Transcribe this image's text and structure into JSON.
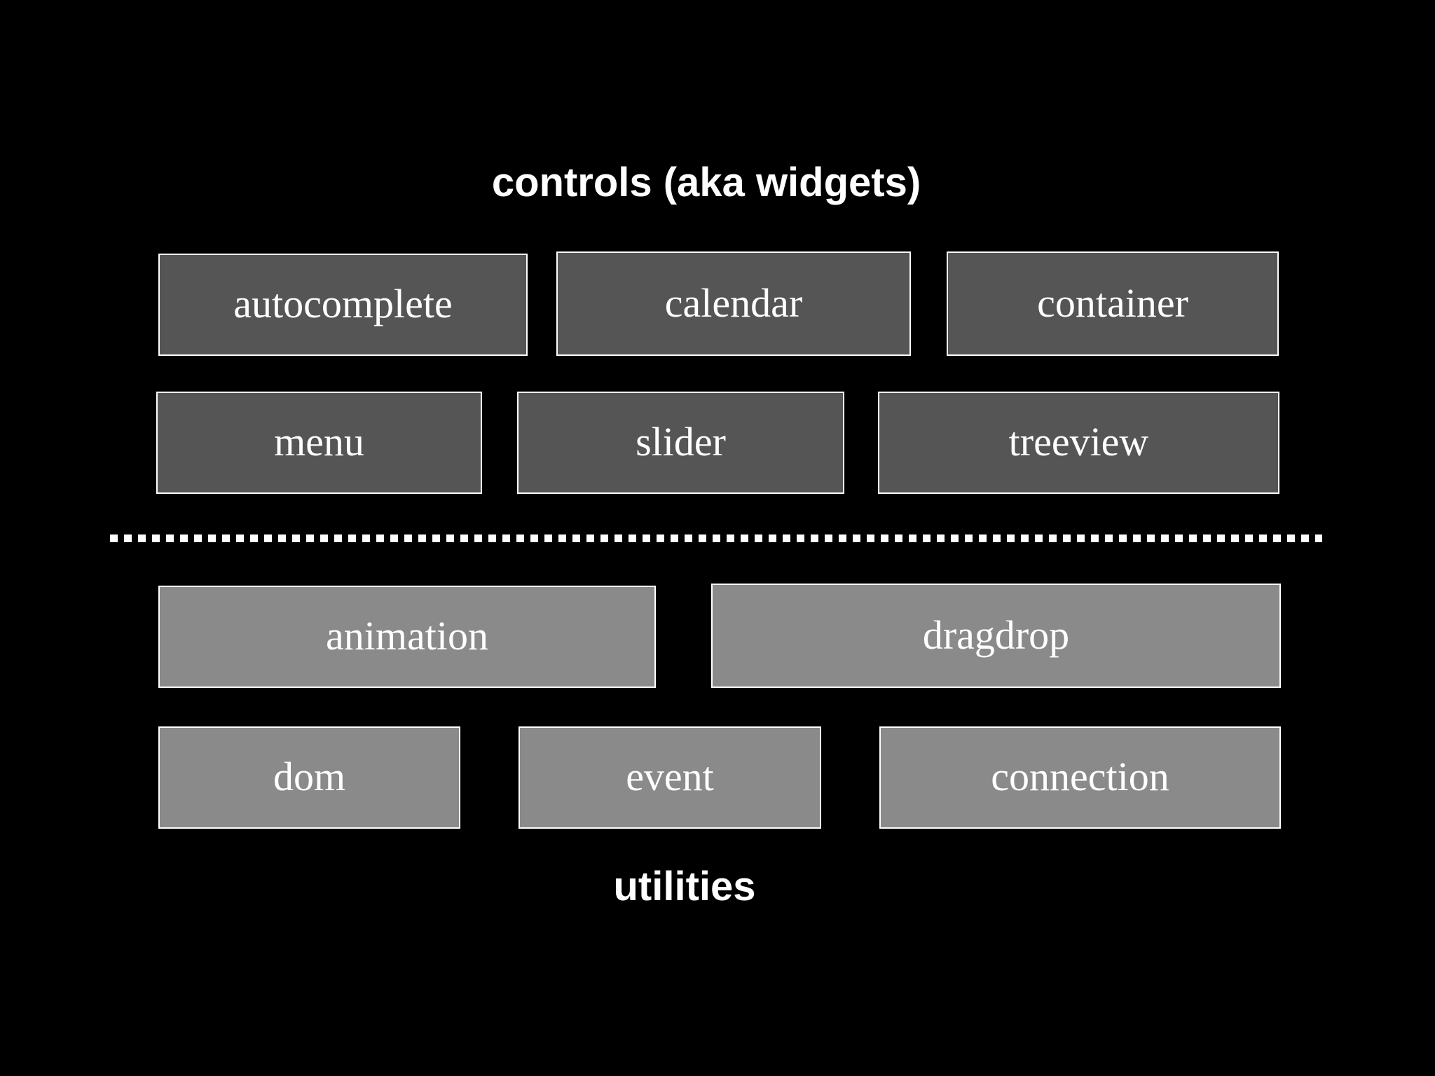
{
  "controls": {
    "title": "controls (aka widgets)",
    "items": [
      "autocomplete",
      "calendar",
      "container",
      "menu",
      "slider",
      "treeview"
    ]
  },
  "utilities": {
    "title": "utilities",
    "items": [
      "animation",
      "dragdrop",
      "dom",
      "event",
      "connection"
    ]
  },
  "colors": {
    "background": "#000000",
    "control_box": "#555555",
    "utility_box": "#8a8a8a",
    "text": "#ffffff",
    "border": "#ffffff"
  }
}
